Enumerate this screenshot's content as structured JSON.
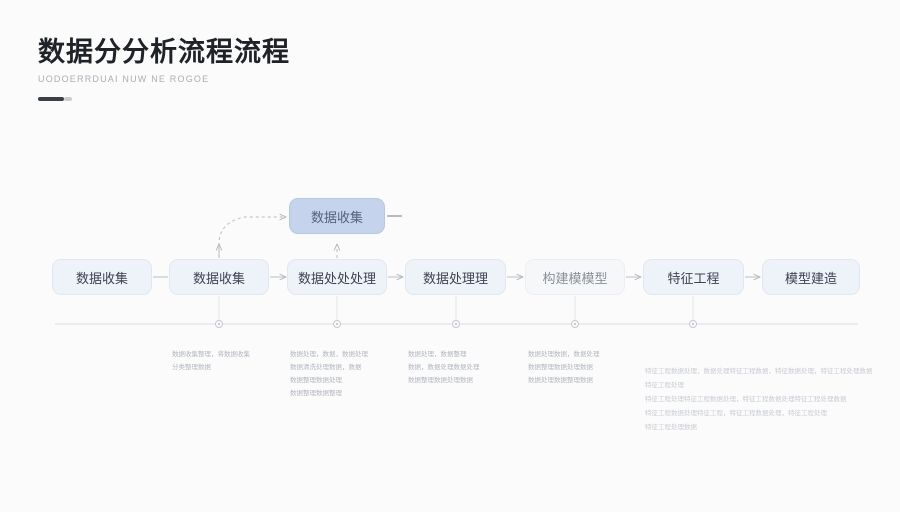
{
  "header": {
    "title": "数据分分析流程流程",
    "subtitle": "UODOERRDUAI NUW NE ROGOE"
  },
  "flow": {
    "nodes": [
      "数据收集",
      "数据收集",
      "数据处处处理",
      "数据处理理",
      "特征工程",
      "模型建造"
    ],
    "top_node": "数据收集",
    "pale_node": "构建模模型"
  },
  "descriptions": [
    [
      "数据收集整理，将数据收集",
      "分类整理数据"
    ],
    [
      "数据处理，数据，数据处理",
      "数据清洗处理数据，数据",
      "数据整理数据处理",
      "数据整理数据整理"
    ],
    [
      "数据处理，数据整理",
      "数据，数据处理数据处理",
      "数据整理数据处理数据"
    ],
    [
      "数据处理数据，数据处理",
      "数据整理数据处理数据",
      "数据处理数据整理数据"
    ],
    [
      "特征工程数据处理，数据处理特征工程数据，特征数据处理，特征工程处理数据",
      "特征工程处理",
      "特征工程处理特征工程数据处理，特征工程数据处理特征工程处理数据",
      "特征工程数据处理特征工程，特征工程数据处理，特征工程处理",
      "特征工程处理数据"
    ]
  ]
}
